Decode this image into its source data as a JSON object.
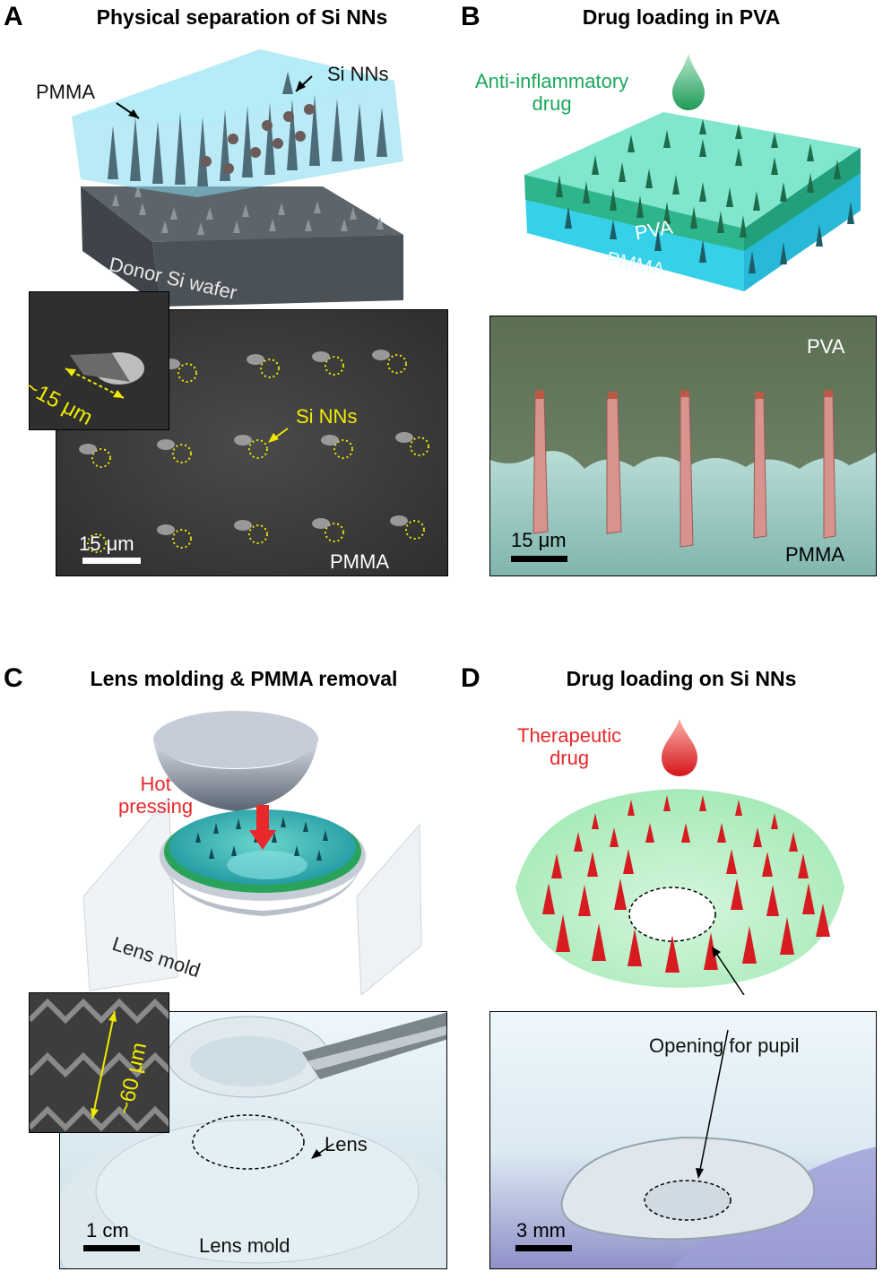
{
  "panels": {
    "a": {
      "letter": "A",
      "title": "Physical separation of Si NNs",
      "labels": {
        "pmma": "PMMA",
        "si_nns": "Si NNs",
        "donor": "Donor Si wafer"
      },
      "sem": {
        "inset_size": "~15 μm",
        "si_nns_label": "Si NNs",
        "scale": "15 μm",
        "material": "PMMA"
      }
    },
    "b": {
      "letter": "B",
      "title": "Drug loading in PVA",
      "labels": {
        "drug": "Anti-inflammatory\ndrug",
        "pva": "PVA",
        "pmma": "PMMA"
      },
      "sem": {
        "top_material": "PVA",
        "bottom_material": "PMMA",
        "scale": "15 μm"
      }
    },
    "c": {
      "letter": "C",
      "title": "Lens molding & PMMA removal",
      "labels": {
        "hot_pressing": "Hot\npressing",
        "lens_mold": "Lens mold"
      },
      "photo": {
        "inset_size": "~60 μm",
        "lens": "Lens",
        "lens_mold": "Lens mold",
        "scale": "1 cm"
      }
    },
    "d": {
      "letter": "D",
      "title": "Drug loading on Si NNs",
      "labels": {
        "drug": "Therapeutic\ndrug"
      },
      "photo": {
        "opening": "Opening for pupil",
        "scale": "3 mm"
      }
    }
  },
  "colors": {
    "drug_green": "#1aa85a",
    "drug_red": "#e8282a",
    "annotation_yellow": "#f0e000"
  }
}
